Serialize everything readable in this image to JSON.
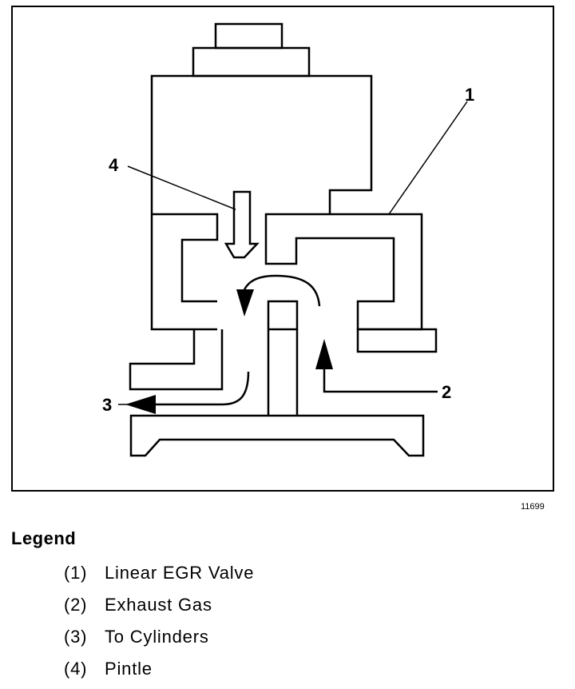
{
  "diagram": {
    "callouts": {
      "c1": "1",
      "c2": "2",
      "c3": "3",
      "c4": "4"
    },
    "figure_id": "11699"
  },
  "legend": {
    "title": "Legend",
    "items": [
      {
        "number": "(1)",
        "text": "Linear EGR Valve"
      },
      {
        "number": "(2)",
        "text": "Exhaust Gas"
      },
      {
        "number": "(3)",
        "text": "To Cylinders"
      },
      {
        "number": "(4)",
        "text": "Pintle"
      }
    ]
  }
}
